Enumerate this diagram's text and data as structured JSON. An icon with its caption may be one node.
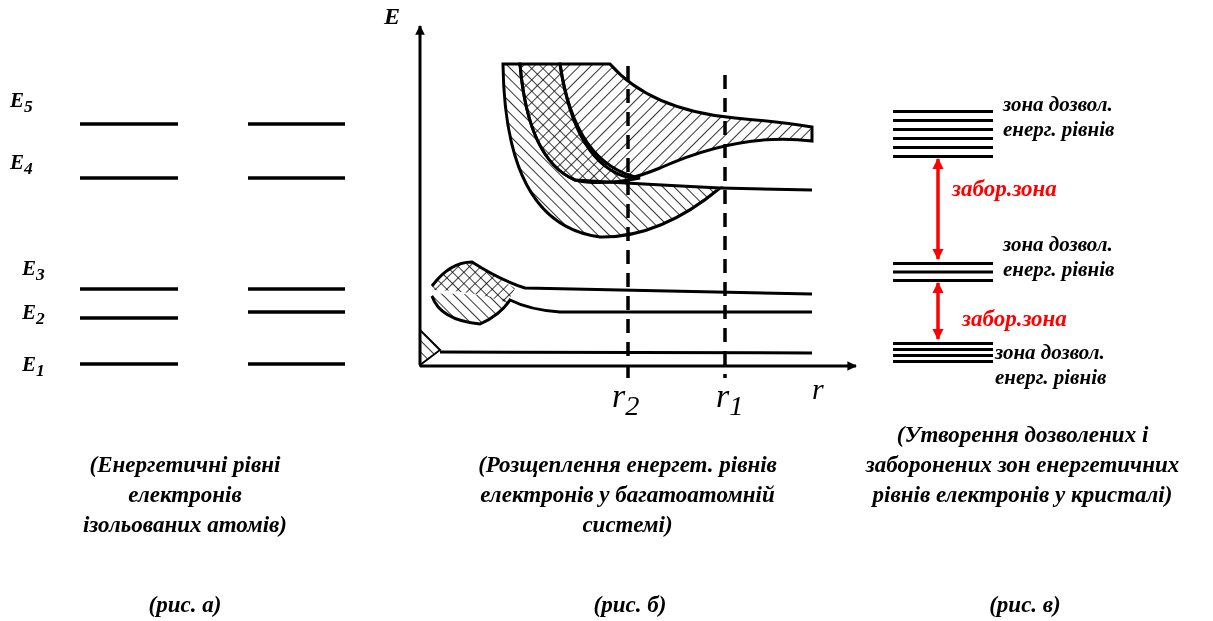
{
  "diagram": {
    "nodes": [
      {
        "text": [
          "зона дозвол. енерг. рівнів"
        ]
      },
      {
        "text": [
          "зона дозвол. енерг. рівнів"
        ]
      },
      {
        "text": [
          "зона дозвол. енерг. рівнів"
        ]
      }
    ],
    "edges": [
      {
        "from": 0,
        "to": 1,
        "arrow": "both",
        "label": "забор.зона",
        "color": "#ff0000"
      },
      {
        "from": 1,
        "to": 2,
        "arrow": "both",
        "label": "забор.зона",
        "color": "#ff0000"
      }
    ],
    "labels": [
      "E$_{5}$",
      "E$_{4}$",
      "E$_{3}$",
      "E$_{2}$",
      "E$_{1}$",
      "E",
      "r$_{2}$",
      "r$_{1}$",
      "r",
      "(Енергетичні рівні електронів ізольованих атомів)",
      "(Розщеплення енергет. рівнів електронів у багатоатомній системі)",
      "(Утворення дозволених і заборонених зон енергетичних рівнів електронів у кристалі)",
      "(рис. а)",
      "(рис. б)",
      "(рис. в)"
    ]
  }
}
